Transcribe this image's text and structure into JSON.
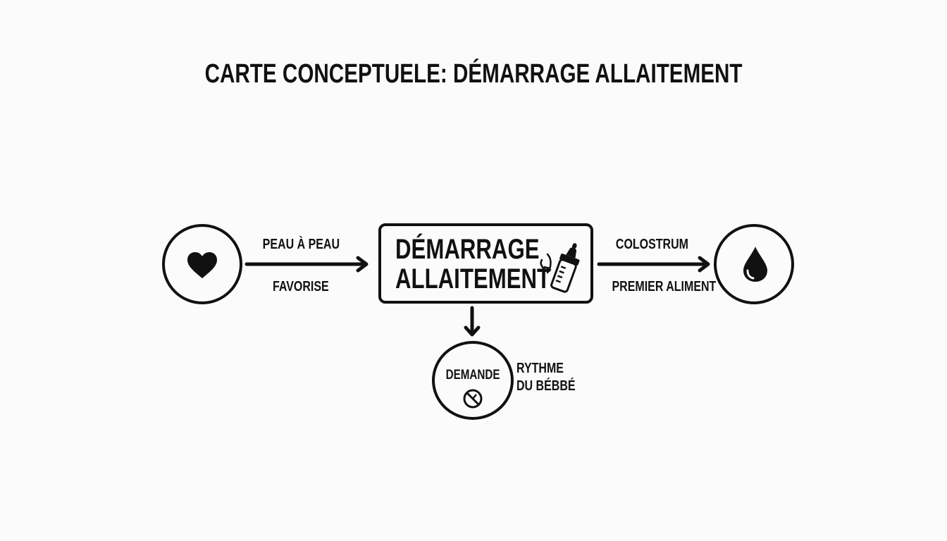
{
  "title": "CARTE CONCEPTUELE: DÉMARRAGE ALLAITEMENT",
  "center_node": {
    "line1": "DÉMARRAGE",
    "line2": "ALLAITEMENT",
    "icon": "baby-bottle-icon"
  },
  "left_node": {
    "icon": "heart-icon",
    "edge_label_top": "PEAU À PEAU",
    "edge_label_bottom": "FAVORISE"
  },
  "right_node": {
    "icon": "milk-drop-icon",
    "edge_label_top": "COLOSTRUM",
    "edge_label_bottom": "PREMIER ALIMENT"
  },
  "bottom_node": {
    "label": "DEMANDE",
    "icon": "no-clock-icon",
    "side_label_line1": "RYTHME",
    "side_label_line2": "DU BÉBBÉ"
  },
  "colors": {
    "stroke": "#111111",
    "background": "#fbfbfb"
  }
}
